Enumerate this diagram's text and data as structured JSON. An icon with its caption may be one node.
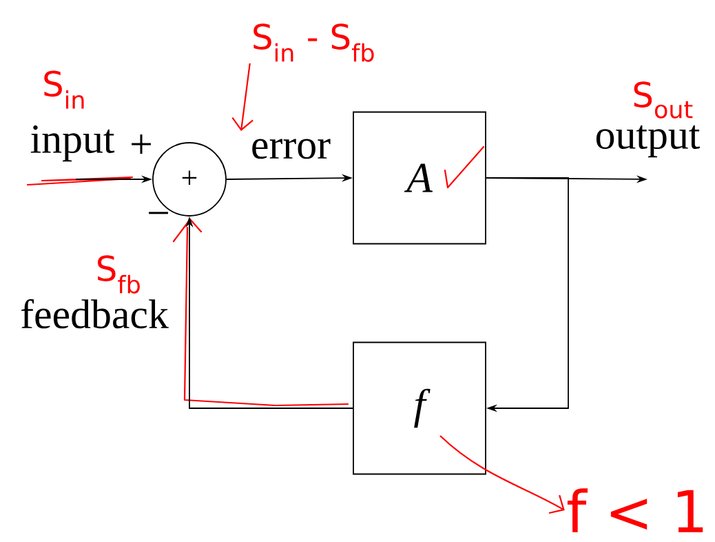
{
  "diagram": {
    "nodes": [
      {
        "text": [
          "+"
        ]
      },
      {
        "text": [
          "A"
        ]
      },
      {
        "text": [
          "f"
        ]
      },
      {
        "text": [
          "S$_{in}$ - S$_{fb}$"
        ]
      },
      {
        "text": [
          "f < 1"
        ]
      }
    ],
    "edges": [
      {
        "from": null,
        "to": 0,
        "arrow": "to",
        "label": "input"
      },
      {
        "from": 0,
        "to": 1,
        "arrow": "to",
        "label": "error"
      },
      {
        "from": 1,
        "to": null,
        "arrow": "to",
        "label": "output"
      },
      {
        "from": 1,
        "to": 2,
        "arrow": "to"
      },
      {
        "from": 2,
        "to": 0,
        "arrow": "to",
        "label": "feedback"
      },
      {
        "from": 3,
        "to": null,
        "arrow": "to",
        "color": "#ff0000"
      },
      {
        "from": 2,
        "to": 4,
        "arrow": "to",
        "color": "#ff0000"
      }
    ],
    "labels": [
      "S$_{in}$",
      "S$_{out}$",
      "+",
      "−",
      "S$_{fb}$"
    ]
  }
}
